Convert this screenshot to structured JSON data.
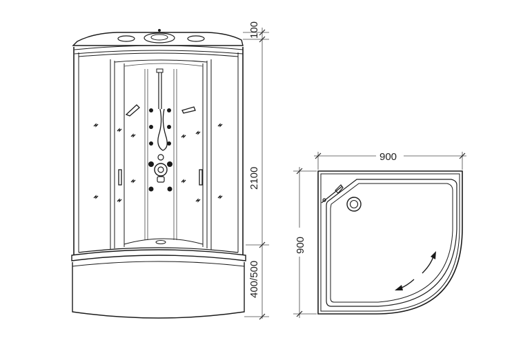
{
  "dimensions": {
    "top_cap": "100",
    "total_height": "2100",
    "tray_height": "400/500",
    "tray_width": "900",
    "tray_depth": "900"
  }
}
